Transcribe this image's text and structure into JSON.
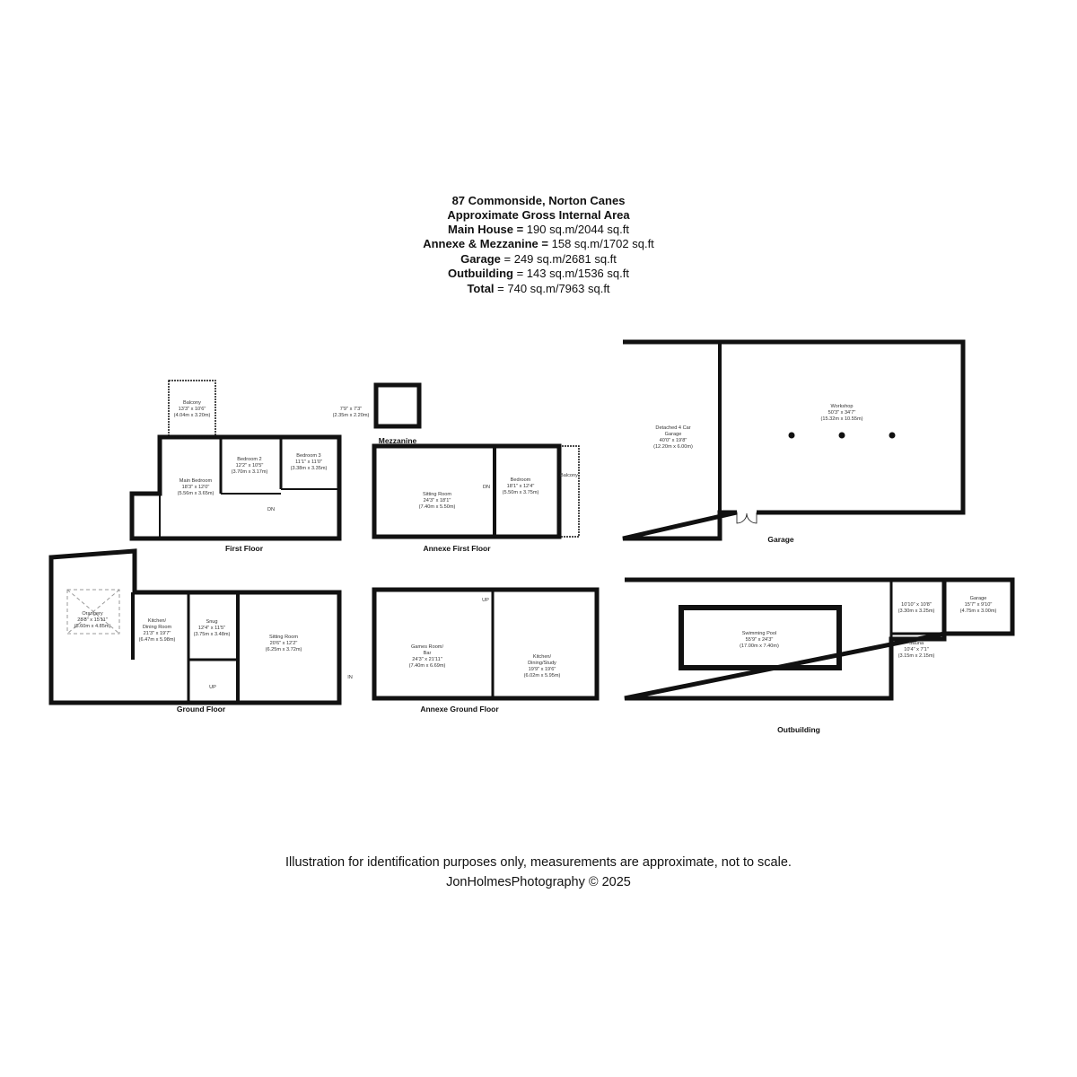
{
  "header": {
    "address": "87 Commonside, Norton Canes",
    "subtitle": "Approximate Gross Internal Area",
    "areas": [
      {
        "label": "Main House =",
        "value": " 190 sq.m/2044 sq.ft"
      },
      {
        "label": "Annexe & Mezzanine =",
        "value": " 158 sq.m/1702 sq.ft"
      },
      {
        "label": "Garage",
        "value": " = 249 sq.m/2681 sq.ft"
      },
      {
        "label": "Outbuilding",
        "value": " = 143 sq.m/1536 sq.ft"
      },
      {
        "label": "Total",
        "value": " = 740 sq.m/7963 sq.ft"
      }
    ]
  },
  "floors": {
    "first": "First Floor",
    "mezzanine": "Mezzanine",
    "annexe_first": "Annexe First Floor",
    "garage": "Garage",
    "ground": "Ground Floor",
    "annexe_ground": "Annexe Ground Floor",
    "outbuilding": "Outbuilding"
  },
  "rooms": {
    "balcony_ff": {
      "name": "Balcony",
      "imperial": "13'3\" x 10'6\"",
      "metric": "(4.04m x 3.20m)"
    },
    "main_bedroom": {
      "name": "Main Bedroom",
      "imperial": "18'3\" x 12'0\"",
      "metric": "(5.56m x 3.65m)"
    },
    "bedroom2": {
      "name": "Bedroom 2",
      "imperial": "12'2\" x 10'5\"",
      "metric": "(3.70m x 3.17m)"
    },
    "bedroom3": {
      "name": "Bedroom 3",
      "imperial": "11'1\" x 11'0\"",
      "metric": "(3.38m x 3.35m)"
    },
    "mezzanine": {
      "imperial": "7'9\" x 7'3\"",
      "metric": "(2.35m x 2.20m)"
    },
    "annexe_sitting": {
      "name": "Sitting Room",
      "imperial": "24'3\" x 18'1\"",
      "metric": "(7.40m x 5.50m)"
    },
    "annexe_bedroom": {
      "name": "Bedroom",
      "imperial": "18'1\" x 12'4\"",
      "metric": "(5.50m x 3.75m)"
    },
    "annexe_balcony": {
      "name": "Balcony"
    },
    "detached_garage": {
      "name": "Detached 4 Car",
      "name2": "Garage",
      "imperial": "40'0\" x 19'8\"",
      "metric": "(12.20m x 6.00m)"
    },
    "workshop": {
      "name": "Workshop",
      "imperial": "50'3\" x 34'7\"",
      "metric": "(15.32m x 10.55m)"
    },
    "orangery": {
      "name": "Orangery",
      "imperial": "28'3\" x 15'11\"",
      "metric": "(8.60m x 4.85m)"
    },
    "kitchen": {
      "name": "Kitchen/",
      "name2": "Dining Room",
      "imperial": "21'3\" x 19'7\"",
      "metric": "(6.47m x 5.98m)"
    },
    "snug": {
      "name": "Snug",
      "imperial": "12'4\" x 11'5\"",
      "metric": "(3.75m x 3.48m)"
    },
    "sitting_room": {
      "name": "Sitting Room",
      "imperial": "20'6\" x 12'2\"",
      "metric": "(6.25m x 3.72m)"
    },
    "games_room": {
      "name": "Games Room/",
      "name2": "Bar",
      "imperial": "24'3\" x 21'11\"",
      "metric": "(7.40m x 6.69m)"
    },
    "annexe_kitchen": {
      "name": "Kitchen/",
      "name2": "Dining/Study",
      "imperial": "19'9\" x 19'6\"",
      "metric": "(6.02m x 5.95m)"
    },
    "pool": {
      "name": "Swimming Pool",
      "imperial": "55'9\" x 24'3\"",
      "metric": "(17.00m x 7.40m)"
    },
    "plant_room": {
      "imperial": "10'10\" x 10'8\"",
      "metric": "(3.30m x 3.25m)"
    },
    "sauna": {
      "name": "Sauna",
      "imperial": "10'4\" x 7'1\"",
      "metric": "(3.15m x 2.15m)"
    },
    "small_garage": {
      "name": "Garage",
      "imperial": "15'7\" x 9'10\"",
      "metric": "(4.75m x 3.00m)"
    }
  },
  "markers": {
    "dn": "DN",
    "up": "UP",
    "in": "IN"
  },
  "footer": {
    "disclaimer": "Illustration for identification purposes only, measurements are approximate, not to scale.",
    "credit": "JonHolmesPhotography © 2025"
  }
}
